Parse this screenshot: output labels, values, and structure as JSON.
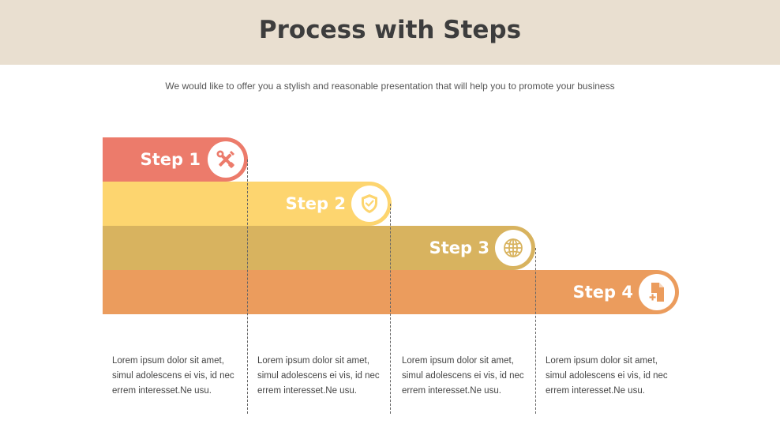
{
  "header": {
    "title": "Process with Steps"
  },
  "subtitle": "We would like to offer you a stylish and reasonable presentation that will help you to promote your business",
  "steps": [
    {
      "label": "Step 1",
      "color": "#ec7b6b",
      "icon": "tools-icon",
      "description": "Lorem ipsum dolor sit amet, simul adolescens ei vis, id nec errem interesset.Ne usu."
    },
    {
      "label": "Step 2",
      "color": "#fdd56f",
      "icon": "shield-icon",
      "description": "Lorem ipsum dolor sit amet, simul adolescens ei vis, id nec errem interesset.Ne usu."
    },
    {
      "label": "Step 3",
      "color": "#d8b35f",
      "icon": "globe-icon",
      "description": "Lorem ipsum dolor sit amet, simul adolescens ei vis, id nec errem interesset.Ne usu."
    },
    {
      "label": "Step 4",
      "color": "#eb9c5d",
      "icon": "document-add-icon",
      "description": "Lorem ipsum dolor sit amet, simul adolescens ei vis, id nec errem interesset.Ne usu."
    }
  ],
  "colors": {
    "header_bg": "#e9dfd0",
    "title_text": "#3d3d3d"
  }
}
